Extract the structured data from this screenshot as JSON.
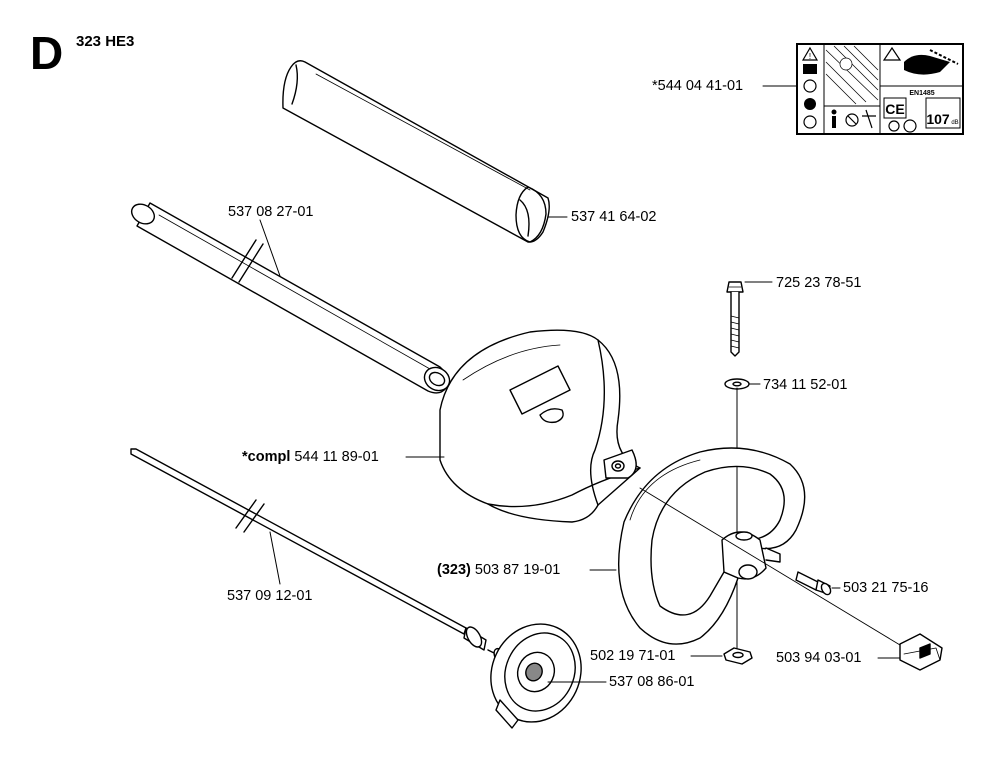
{
  "header": {
    "section": "D",
    "model": "323 HE3"
  },
  "parts": [
    {
      "id": "decal",
      "prefix": "",
      "number": "*544 04 41-01"
    },
    {
      "id": "tube-cover",
      "prefix": "",
      "number": "537 41 64-02"
    },
    {
      "id": "shaft-tube",
      "prefix": "",
      "number": "537 08 27-01"
    },
    {
      "id": "bolt",
      "prefix": "",
      "number": "725 23 78-51"
    },
    {
      "id": "washer",
      "prefix": "",
      "number": "734 11 52-01"
    },
    {
      "id": "guard",
      "prefix": "*compl",
      "number": " 544 11 89-01"
    },
    {
      "id": "handle",
      "prefix": "(323)",
      "number": " 503 87 19-01"
    },
    {
      "id": "screw",
      "prefix": "",
      "number": "503 21 75-16"
    },
    {
      "id": "drive-shaft",
      "prefix": "",
      "number": "537 09 12-01"
    },
    {
      "id": "nut",
      "prefix": "",
      "number": "502 19 71-01"
    },
    {
      "id": "handle-clip",
      "prefix": "",
      "number": "503 94 03-01"
    },
    {
      "id": "coupling",
      "prefix": "",
      "number": "537 08 86-01"
    }
  ],
  "decal_texts": {
    "standard": "EN1485",
    "noise_level": "107",
    "noise_unit": "dB"
  }
}
